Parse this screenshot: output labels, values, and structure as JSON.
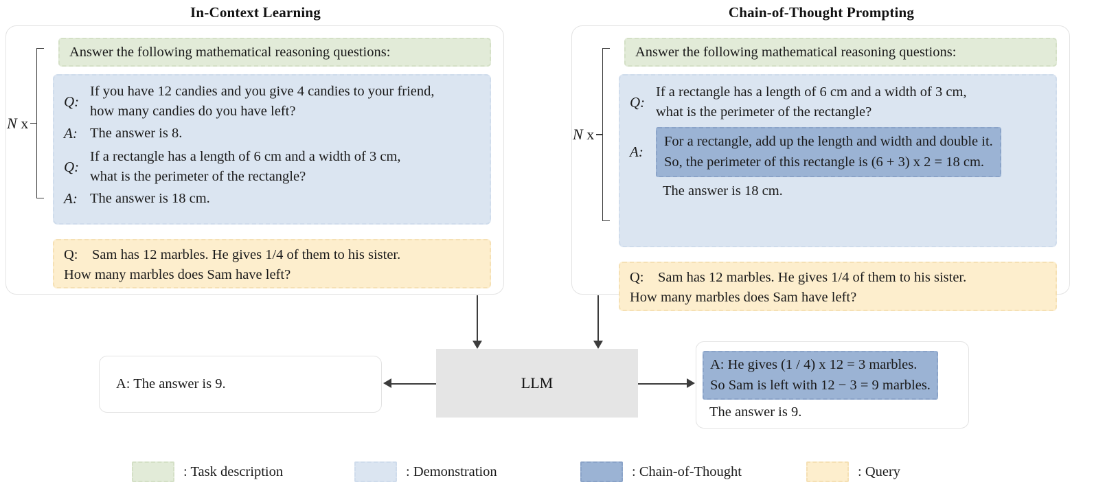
{
  "columns": [
    {
      "title": "In-Context Learning",
      "task_description": "Answer the following mathematical reasoning questions:",
      "repeat_label_prefix": "N",
      "repeat_label_suffix": " x",
      "demonstrations": [
        {
          "label": "Q:",
          "lines": [
            "If you have 12 candies and you give 4 candies to your friend,",
            "how many candies do you have left?"
          ]
        },
        {
          "label": "A:",
          "lines": [
            "The answer is 8."
          ]
        },
        {
          "label": "Q:",
          "lines": [
            "If a rectangle has a length of 6 cm and a width of 3 cm,",
            "what is the perimeter of the rectangle?"
          ]
        },
        {
          "label": "A:",
          "lines": [
            "The answer is 18 cm."
          ]
        }
      ],
      "query_lines": [
        "Q:    Sam has 12 marbles. He gives 1/4 of them to his sister.",
        "How many marbles does Sam have left?"
      ]
    },
    {
      "title": "Chain-of-Thought Prompting",
      "task_description": "Answer the following mathematical reasoning questions:",
      "repeat_label_prefix": "N",
      "repeat_label_suffix": " x",
      "demonstration_question": {
        "label": "Q:",
        "lines": [
          "If a rectangle has a length of 6 cm and a width of 3 cm,",
          "what is the perimeter of the rectangle?"
        ]
      },
      "demonstration_answer": {
        "label": "A:",
        "cot_lines": [
          "For a rectangle, add up the length and width and double it.",
          "So, the perimeter of this rectangle is (6 + 3) x 2 = 18 cm."
        ],
        "final_line": "The answer is 18 cm."
      },
      "query_lines": [
        "Q:    Sam has 12 marbles. He gives 1/4 of them to his sister.",
        "How many marbles does Sam have left?"
      ]
    }
  ],
  "model": {
    "label": "LLM"
  },
  "outputs": {
    "left": {
      "text": "A: The answer is 9."
    },
    "right": {
      "cot_lines": [
        "A: He gives (1 / 4) x 12 = 3 marbles.",
        "So Sam is left with 12 − 3 = 9 marbles."
      ],
      "final_line": "The answer is 9."
    }
  },
  "legend": [
    {
      "label": ": Task description",
      "color": "#e2ebd8",
      "border": "#d4e0c6"
    },
    {
      "label": ": Demonstration",
      "color": "#dbe5f1",
      "border": "#cfdcec"
    },
    {
      "label": ": Chain-of-Thought",
      "color": "#9bb3d4",
      "border": "#8aa3c8"
    },
    {
      "label": ": Query",
      "color": "#fdeecd",
      "border": "#f5e0b4"
    }
  ],
  "colors": {
    "task_description": "#e2ebd8",
    "demonstration": "#dbe5f1",
    "chain_of_thought": "#9bb3d4",
    "query": "#fdeecd",
    "llm_box": "#e5e5e5",
    "arrow": "#3c3c3c",
    "panel_border": "#e3e3e3"
  }
}
